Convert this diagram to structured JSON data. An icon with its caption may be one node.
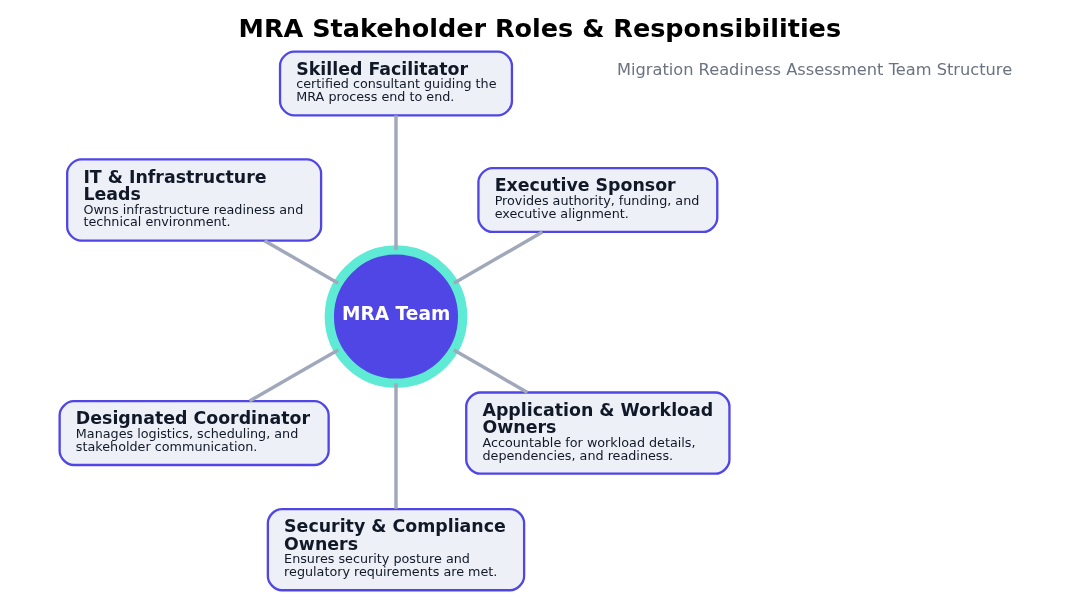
{
  "diagram": {
    "title": "MRA Stakeholder Roles & Responsibilities",
    "nodes": [
      {
        "text": [
          "MRA Team"
        ]
      },
      {
        "text": [
          "Executive Sponsor",
          "Provides authority, funding, and executive alignment."
        ]
      },
      {
        "text": [
          "Skilled Facilitator",
          "certified consultant guiding the MRA process end to end."
        ]
      },
      {
        "text": [
          "IT & Infrastructure Leads",
          "Owns infrastructure readiness and technical environment."
        ]
      },
      {
        "text": [
          "Designated Coordinator",
          "Manages logistics, scheduling, and stakeholder communication."
        ]
      },
      {
        "text": [
          "Security & Compliance Owners",
          "Ensures security posture and regulatory requirements are met."
        ]
      },
      {
        "text": [
          "Application & Workload Owners",
          "Accountable for workload details, dependencies, and readiness."
        ]
      }
    ],
    "edges": [
      {
        "from": 0,
        "to": 1,
        "arrow": "none"
      },
      {
        "from": 0,
        "to": 2,
        "arrow": "none"
      },
      {
        "from": 0,
        "to": 3,
        "arrow": "none"
      },
      {
        "from": 0,
        "to": 4,
        "arrow": "none"
      },
      {
        "from": 0,
        "to": 5,
        "arrow": "none"
      },
      {
        "from": 0,
        "to": 6,
        "arrow": "none"
      }
    ],
    "labels": [
      "Migration Readiness Assessment Team Structure"
    ]
  }
}
